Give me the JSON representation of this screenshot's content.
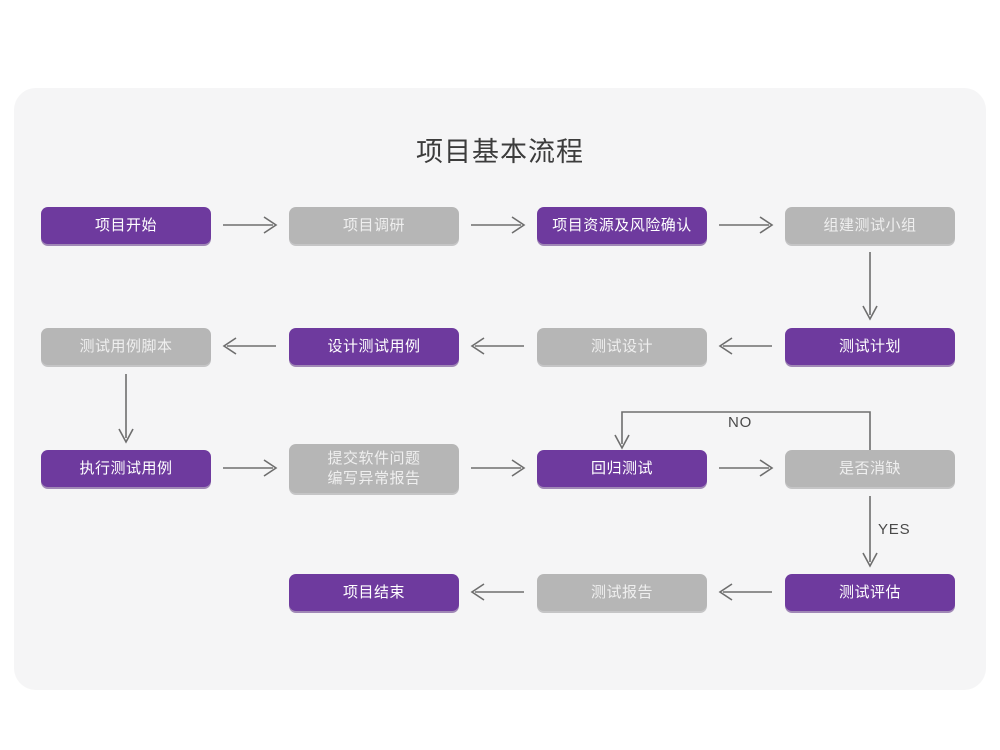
{
  "page": {
    "background_color": "#ffffff",
    "card_color": "#f5f5f6"
  },
  "header": {
    "title": "项目基本流程"
  },
  "theme": {
    "active_color": "#6e3a9e",
    "inactive_color": "#b6b6b6",
    "active_text_color": "#ffffff",
    "inactive_text_color": "#efefef",
    "arrow_color": "#6e6e6e"
  },
  "flow": {
    "nodes": [
      {
        "id": "n1",
        "label": "项目开始",
        "state": "active",
        "row": 1,
        "col": 1
      },
      {
        "id": "n2",
        "label": "项目调研",
        "state": "inactive",
        "row": 1,
        "col": 2
      },
      {
        "id": "n3",
        "label": "项目资源及风险确认",
        "state": "active",
        "row": 1,
        "col": 3
      },
      {
        "id": "n4",
        "label": "组建测试小组",
        "state": "inactive",
        "row": 1,
        "col": 4
      },
      {
        "id": "n5",
        "label": "测试用例脚本",
        "state": "inactive",
        "row": 2,
        "col": 1
      },
      {
        "id": "n6",
        "label": "设计测试用例",
        "state": "active",
        "row": 2,
        "col": 2
      },
      {
        "id": "n7",
        "label": "测试设计",
        "state": "inactive",
        "row": 2,
        "col": 3
      },
      {
        "id": "n8",
        "label": "测试计划",
        "state": "active",
        "row": 2,
        "col": 4
      },
      {
        "id": "n9",
        "label": "执行测试用例",
        "state": "active",
        "row": 3,
        "col": 1
      },
      {
        "id": "n10",
        "label": "提交软件问题\n编写异常报告",
        "state": "inactive",
        "row": 3,
        "col": 2
      },
      {
        "id": "n11",
        "label": "回归测试",
        "state": "active",
        "row": 3,
        "col": 3
      },
      {
        "id": "n12",
        "label": "是否消缺",
        "state": "inactive",
        "row": 3,
        "col": 4
      },
      {
        "id": "n13",
        "label": "项目结束",
        "state": "active",
        "row": 4,
        "col": 2
      },
      {
        "id": "n14",
        "label": "测试报告",
        "state": "inactive",
        "row": 4,
        "col": 3
      },
      {
        "id": "n15",
        "label": "测试评估",
        "state": "active",
        "row": 4,
        "col": 4
      }
    ],
    "edges": [
      {
        "id": "e1",
        "from": "n1",
        "to": "n2",
        "direction": "right",
        "label": ""
      },
      {
        "id": "e2",
        "from": "n2",
        "to": "n3",
        "direction": "right",
        "label": ""
      },
      {
        "id": "e3",
        "from": "n3",
        "to": "n4",
        "direction": "right",
        "label": ""
      },
      {
        "id": "e4",
        "from": "n4",
        "to": "n8",
        "direction": "down",
        "label": ""
      },
      {
        "id": "e5",
        "from": "n8",
        "to": "n7",
        "direction": "left",
        "label": ""
      },
      {
        "id": "e6",
        "from": "n7",
        "to": "n6",
        "direction": "left",
        "label": ""
      },
      {
        "id": "e7",
        "from": "n6",
        "to": "n5",
        "direction": "left",
        "label": ""
      },
      {
        "id": "e8",
        "from": "n5",
        "to": "n9",
        "direction": "down",
        "label": ""
      },
      {
        "id": "e9",
        "from": "n9",
        "to": "n10",
        "direction": "right",
        "label": ""
      },
      {
        "id": "e10",
        "from": "n10",
        "to": "n11",
        "direction": "right",
        "label": ""
      },
      {
        "id": "e11",
        "from": "n11",
        "to": "n12",
        "direction": "right",
        "label": ""
      },
      {
        "id": "e12",
        "from": "n12",
        "to": "n11",
        "direction": "loop-up-left",
        "label": "NO"
      },
      {
        "id": "e13",
        "from": "n12",
        "to": "n15",
        "direction": "down",
        "label": "YES"
      },
      {
        "id": "e14",
        "from": "n15",
        "to": "n14",
        "direction": "left",
        "label": ""
      },
      {
        "id": "e15",
        "from": "n14",
        "to": "n13",
        "direction": "left",
        "label": ""
      }
    ],
    "labels": {
      "no": "NO",
      "yes": "YES"
    }
  }
}
